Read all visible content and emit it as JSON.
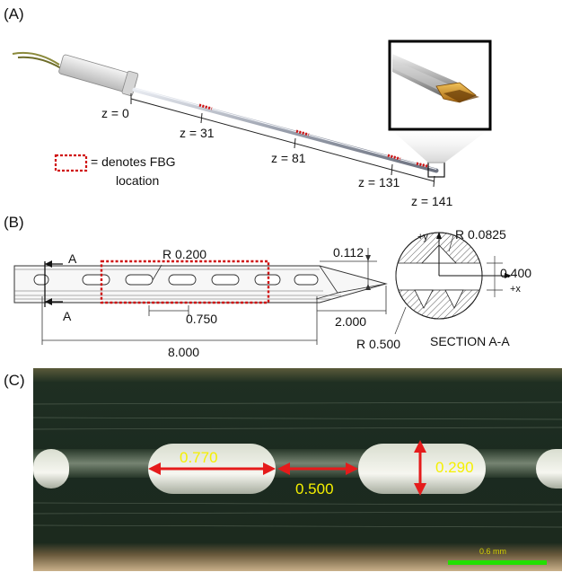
{
  "panelA": {
    "letter": "(A)",
    "z_labels": [
      "z = 0",
      "z = 31",
      "z = 81",
      "z = 131",
      "z = 141"
    ],
    "legend_line1": "= denotes FBG",
    "legend_line2": "location"
  },
  "panelB": {
    "letter": "(B)",
    "r_top": "R 0.200",
    "section_marker": "A",
    "pitch": "0.750",
    "length_total": "8.000",
    "tip_length": "2.000",
    "bevel_height": "0.112",
    "r_small": "R 0.0825",
    "diameter": "0.400",
    "r_outer": "R 0.500",
    "section_title": "SECTION A-A",
    "axis_y": "+y",
    "axis_x": "+x"
  },
  "panelC": {
    "letter": "(C)",
    "slot_length": "0.770",
    "slot_gap": "0.500",
    "slot_width": "0.290",
    "scale_bar": "0.6 mm"
  },
  "colors": {
    "fbg_marker": "#d01010",
    "arrow": "#e51b1b",
    "label_yellow": "#f5f000",
    "scale_bar": "#22e000",
    "tip_gold": "#c98a1c"
  }
}
